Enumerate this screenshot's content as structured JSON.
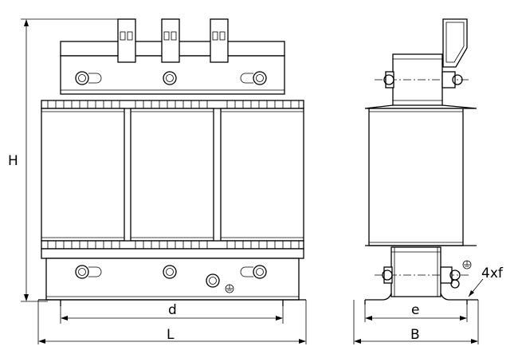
{
  "dimensions": {
    "height_label": "H",
    "hole_spacing_label": "d",
    "length_label": "L",
    "side_hole_spacing_label": "e",
    "width_label": "B",
    "mounting_holes_label": "4xf"
  }
}
